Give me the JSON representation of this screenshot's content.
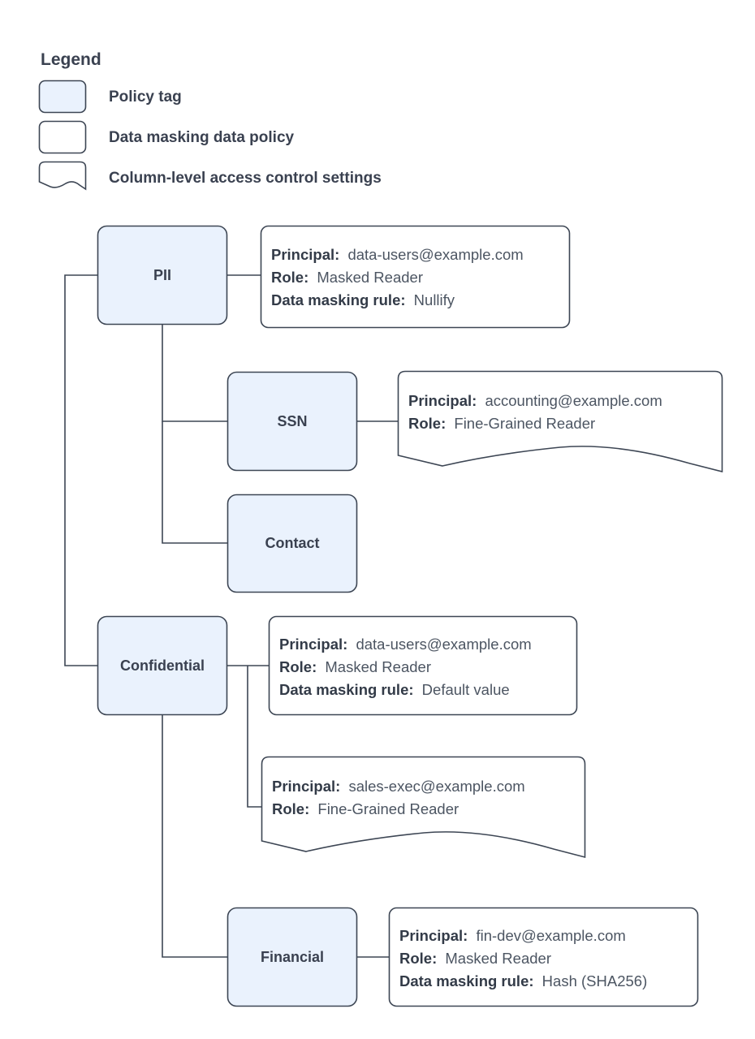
{
  "legend": {
    "title": "Legend",
    "items": [
      {
        "shape": "policy-tag-swatch",
        "label": "Policy tag"
      },
      {
        "shape": "data-policy-swatch",
        "label": "Data masking data policy"
      },
      {
        "shape": "access-control-swatch",
        "label": "Column-level access control settings"
      }
    ]
  },
  "colors": {
    "tag_fill": "#eaf2fd",
    "stroke": "#3d4654",
    "text": "#3a4150",
    "value_text": "#4c5562",
    "background": "#ffffff"
  },
  "nodes": [
    {
      "id": "pii",
      "label": "PII",
      "type": "policy-tag"
    },
    {
      "id": "ssn",
      "label": "SSN",
      "type": "policy-tag"
    },
    {
      "id": "contact",
      "label": "Contact",
      "type": "policy-tag"
    },
    {
      "id": "confidential",
      "label": "Confidential",
      "type": "policy-tag"
    },
    {
      "id": "financial",
      "label": "Financial",
      "type": "policy-tag"
    }
  ],
  "policies": [
    {
      "id": "pii-policy",
      "attached_to": "pii",
      "shape": "data-masking-policy",
      "lines": [
        {
          "key": "Principal:",
          "value": "data-users@example.com"
        },
        {
          "key": "Role:",
          "value": "Masked Reader"
        },
        {
          "key": "Data masking rule:",
          "value": "Nullify"
        }
      ]
    },
    {
      "id": "ssn-policy",
      "attached_to": "ssn",
      "shape": "access-control-settings",
      "lines": [
        {
          "key": "Principal:",
          "value": "accounting@example.com"
        },
        {
          "key": "Role:",
          "value": "Fine-Grained Reader"
        }
      ]
    },
    {
      "id": "confidential-policy",
      "attached_to": "confidential",
      "shape": "data-masking-policy",
      "lines": [
        {
          "key": "Principal:",
          "value": "data-users@example.com"
        },
        {
          "key": "Role:",
          "value": "Masked Reader"
        },
        {
          "key": "Data masking rule:",
          "value": "Default value"
        }
      ]
    },
    {
      "id": "confidential-access",
      "attached_to": "confidential",
      "shape": "access-control-settings",
      "lines": [
        {
          "key": "Principal:",
          "value": "sales-exec@example.com"
        },
        {
          "key": "Role:",
          "value": "Fine-Grained Reader"
        }
      ]
    },
    {
      "id": "financial-policy",
      "attached_to": "financial",
      "shape": "data-masking-policy",
      "lines": [
        {
          "key": "Principal:",
          "value": "fin-dev@example.com"
        },
        {
          "key": "Role:",
          "value": "Masked Reader"
        },
        {
          "key": "Data masking rule:",
          "value": "Hash (SHA256)"
        }
      ]
    }
  ]
}
